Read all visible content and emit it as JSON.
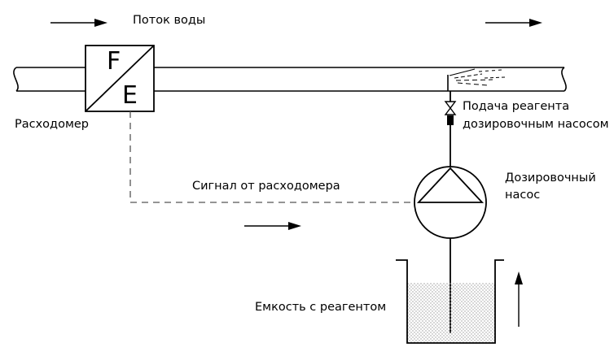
{
  "labels": {
    "water_flow": "Поток воды",
    "flowmeter": "Расходомер",
    "meter_letter_top": "F",
    "meter_letter_bottom": "E",
    "reagent_feed_line1": "Подача реагента",
    "reagent_feed_line2": "дозировочным насосом",
    "signal": "Сигнал от расходомера",
    "pump_line1": "Дозировочный",
    "pump_line2": "насос",
    "tank": "Емкость с реагентом"
  },
  "colors": {
    "stroke": "#000000",
    "signal_dash": "#555555",
    "liquid_dots": "#9a9a9a",
    "background": "#ffffff"
  }
}
